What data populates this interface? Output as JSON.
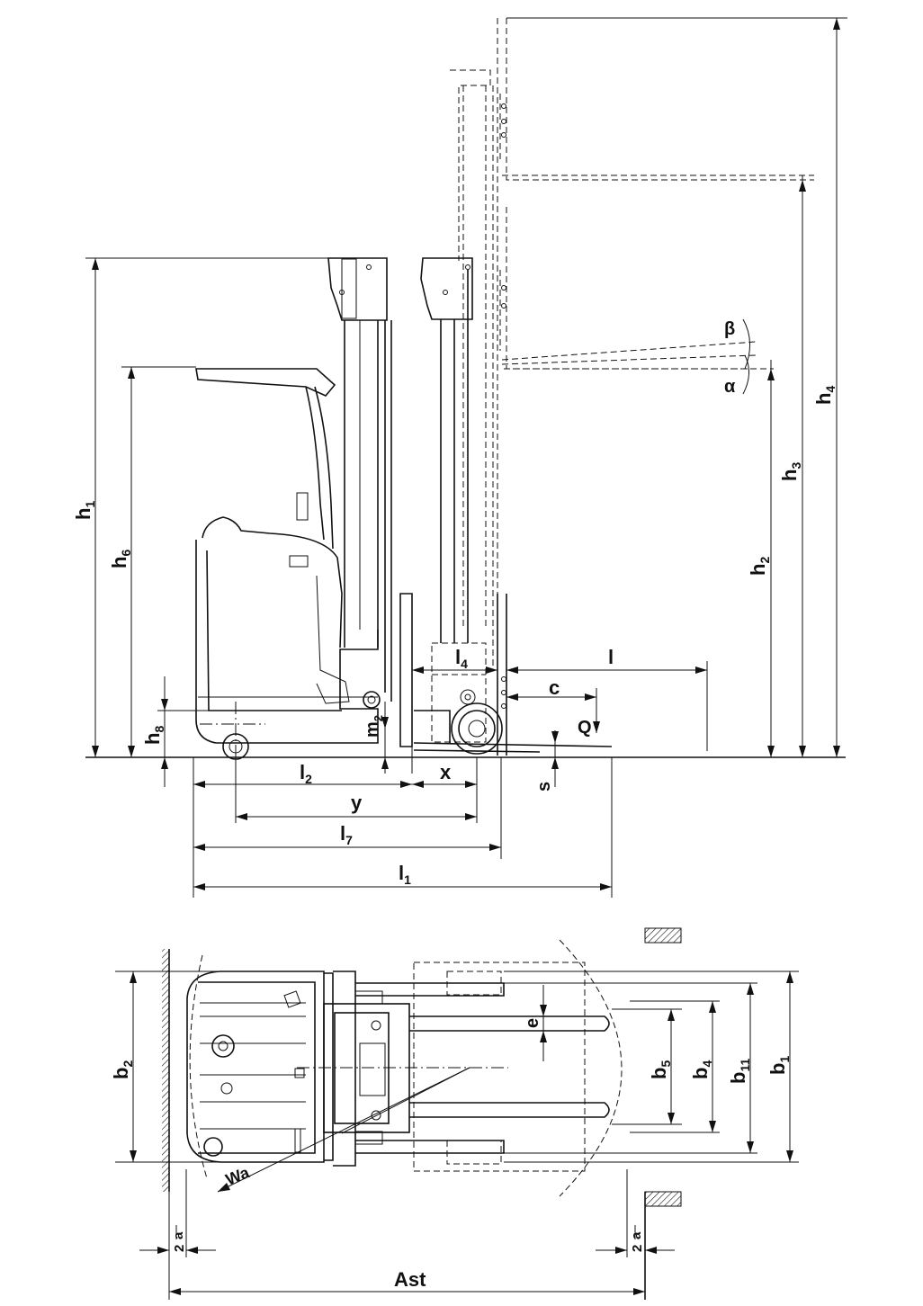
{
  "side_view": {
    "labels": {
      "h1": "h",
      "h1_sub": "1",
      "h6": "h",
      "h6_sub": "6",
      "h8": "h",
      "h8_sub": "8",
      "h2": "h",
      "h2_sub": "2",
      "h3": "h",
      "h3_sub": "3",
      "h4": "h",
      "h4_sub": "4",
      "m2": "m",
      "m2_sub": "2",
      "l": "l",
      "l4": "l",
      "l4_sub": "4",
      "c": "c",
      "Q": "Q",
      "s": "s",
      "l2": "l",
      "l2_sub": "2",
      "x": "x",
      "y": "y",
      "l7": "l",
      "l7_sub": "7",
      "l1": "l",
      "l1_sub": "1",
      "beta": "β",
      "alpha": "α"
    }
  },
  "top_view": {
    "labels": {
      "b2": "b",
      "b2_sub": "2",
      "e": "e",
      "b5": "b",
      "b5_sub": "5",
      "b4": "b",
      "b4_sub": "4",
      "b11": "b",
      "b11_sub": "11",
      "b1": "b",
      "b1_sub": "1",
      "wa": "Wa",
      "a_left": "a",
      "two_left": "2",
      "a_right": "a",
      "two_right": "2",
      "ast": "Ast"
    }
  }
}
